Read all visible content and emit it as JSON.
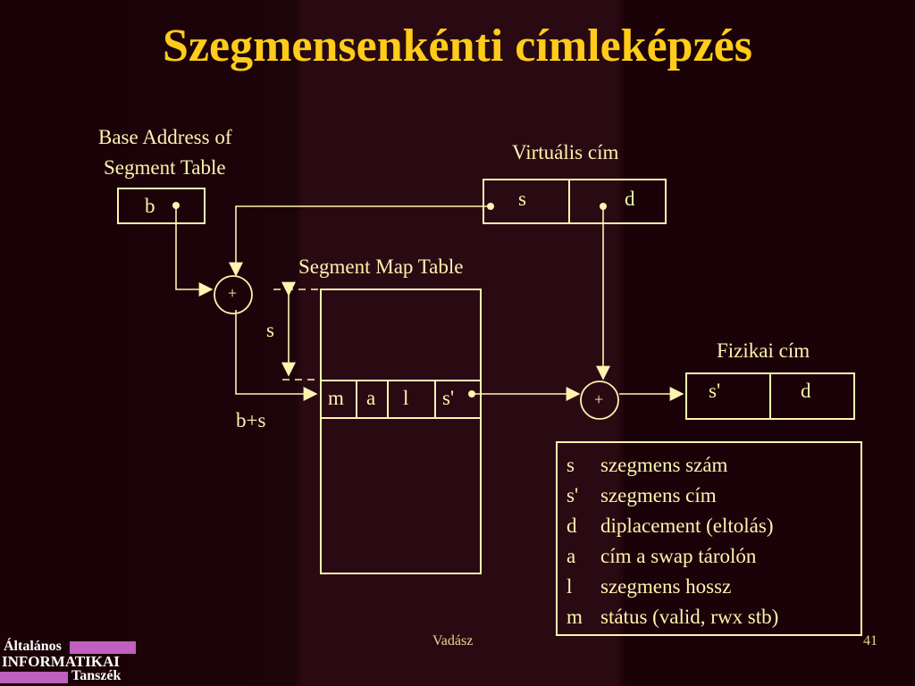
{
  "slide": {
    "title": "Szegmensenkénti címleképzés",
    "footer_author": "Vadász",
    "page_number": "41"
  },
  "logo": {
    "line1": "Általános",
    "line2": "INFORMATIKAI",
    "line3": "Tanszék"
  },
  "diagram": {
    "base_label_line1": "Base Address of",
    "base_label_line2": "Segment Table",
    "base_box": "b",
    "virtual_label": "Virtuális cím",
    "virtual_s": "s",
    "virtual_d": "d",
    "segment_map_label": "Segment Map Table",
    "adder1": "+",
    "adder2": "+",
    "offset_s": "s",
    "sum_label": "b+s",
    "row_m": "m",
    "row_a": "a",
    "row_l": "l",
    "row_s_prime": "s'",
    "physical_label": "Fizikai cím",
    "physical_s_prime": "s'",
    "physical_d": "d"
  },
  "legend": [
    {
      "key": "s",
      "text": "szegmens szám"
    },
    {
      "key": "s'",
      "text": "szegmens cím"
    },
    {
      "key": "d",
      "text": "diplacement (eltolás)"
    },
    {
      "key": "a",
      "text": "cím a swap tárolón"
    },
    {
      "key": "l",
      "text": "szegmens hossz"
    },
    {
      "key": "m",
      "text": "státus (valid, rwx stb)"
    }
  ],
  "colors": {
    "title": "#ffcc1a",
    "lines": "#fff3b0",
    "background": "#1a0208"
  }
}
